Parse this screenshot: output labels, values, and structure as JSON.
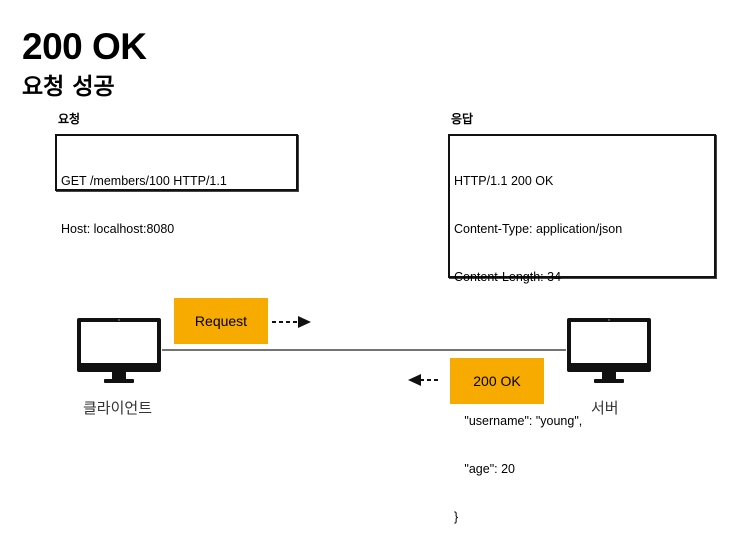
{
  "header": {
    "title": "200 OK",
    "subtitle": "요청 성공"
  },
  "request_panel": {
    "label": "요청",
    "lines": [
      "GET /members/100 HTTP/1.1",
      "Host: localhost:8080"
    ]
  },
  "response_panel": {
    "label": "응답",
    "lines": [
      "HTTP/1.1 200 OK",
      "Content-Type: application/json",
      "Content-Length: 34",
      "",
      "{",
      "   \"username\": \"young\",",
      "   \"age\": 20",
      "}"
    ]
  },
  "flow": {
    "request_tag": "Request",
    "response_tag": "200 OK",
    "tag_color": "#f7ab00"
  },
  "nodes": {
    "client_label": "클라이언트",
    "server_label": "서버"
  }
}
